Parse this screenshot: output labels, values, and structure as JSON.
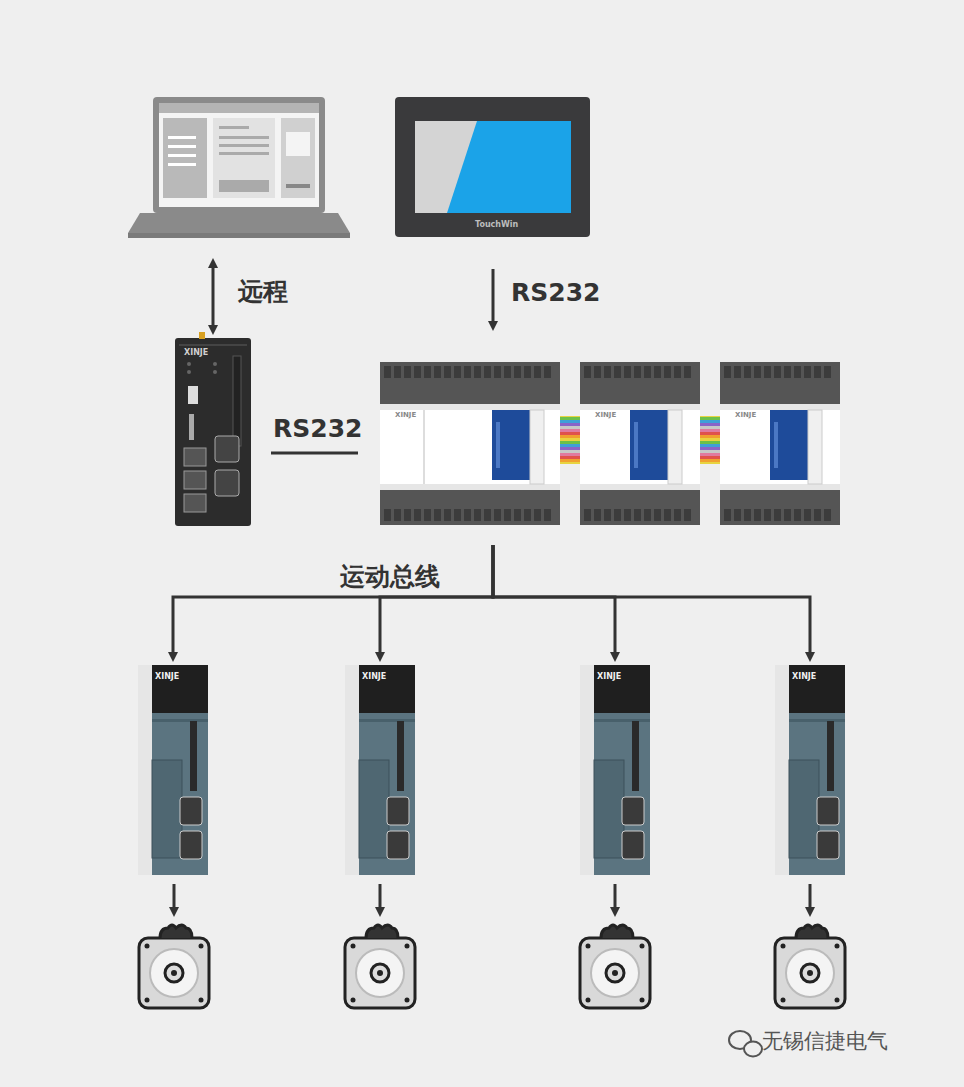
{
  "diagram": {
    "nodes": [
      {
        "text": [
          "TouchWin"
        ]
      },
      {
        "text": [
          "XINJE"
        ]
      },
      {
        "text": [
          "XINJE"
        ]
      },
      {
        "text": [
          "XINJE"
        ]
      },
      {
        "text": [
          "XINJE"
        ]
      },
      {
        "text": [
          "XINJE"
        ]
      },
      {
        "text": [
          "XINJE"
        ]
      },
      {
        "text": [
          "XINJE"
        ]
      },
      {
        "text": [
          "XINJE"
        ]
      }
    ],
    "edges": [
      {
        "from": 0,
        "to": 2,
        "arrow": "to",
        "label": "RS232"
      },
      {
        "from": 1,
        "to": 2,
        "arrow": "none",
        "label": "RS232"
      },
      {
        "from": 2,
        "to": 3,
        "arrow": "none"
      },
      {
        "from": 3,
        "to": 4,
        "arrow": "none"
      },
      {
        "from": 2,
        "to": 5,
        "arrow": "to"
      },
      {
        "from": 2,
        "to": 6,
        "arrow": "to"
      },
      {
        "from": 2,
        "to": 7,
        "arrow": "to"
      },
      {
        "from": 2,
        "to": 8,
        "arrow": "to"
      }
    ],
    "labels": [
      "远程",
      "运动总线",
      "无锡信捷电气"
    ]
  }
}
